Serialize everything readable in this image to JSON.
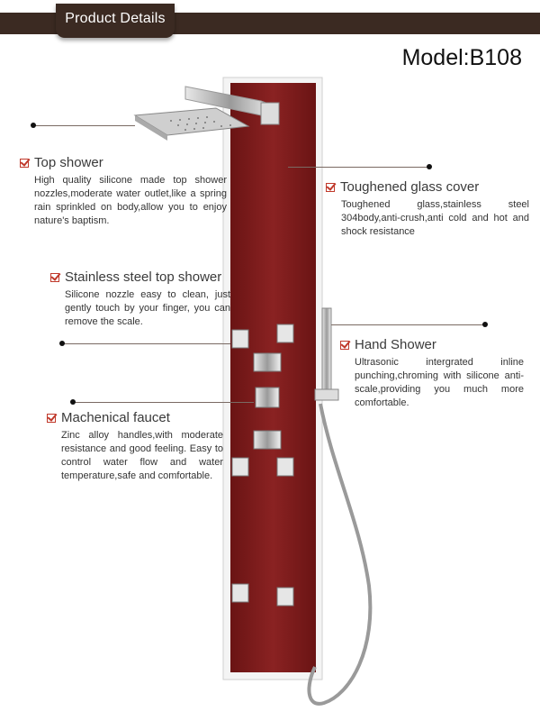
{
  "header": {
    "title": "Product Details"
  },
  "model": "Model:B108",
  "callouts": {
    "top_shower": {
      "title": "Top shower",
      "desc": "High quality silicone made top shower nozzles,moderate water outlet,like a spring rain sprinkled on body,allow you to enjoy nature's baptism."
    },
    "glass_cover": {
      "title": "Toughened glass cover",
      "desc": "Toughened glass,stainless steel 304body,anti-crush,anti cold and hot and shock resistance"
    },
    "steel_top_shower": {
      "title": "Stainless steel top shower",
      "desc": "Silicone nozzle easy to clean, just gently touch by your finger, you can remove the scale."
    },
    "hand_shower": {
      "title": "Hand Shower",
      "desc": "Ultrasonic intergrated inline punching,chroming with silicone anti-scale,providing you much more comfortable."
    },
    "faucet": {
      "title": "Machenical faucet",
      "desc": "Zinc alloy handles,with moderate resistance and good feeling. Easy to control water flow and water temperature,safe and comfortable."
    }
  },
  "colors": {
    "panel_red": "#7a1b1b",
    "header_brown": "#3b2a22",
    "check_red": "#c0392b"
  }
}
